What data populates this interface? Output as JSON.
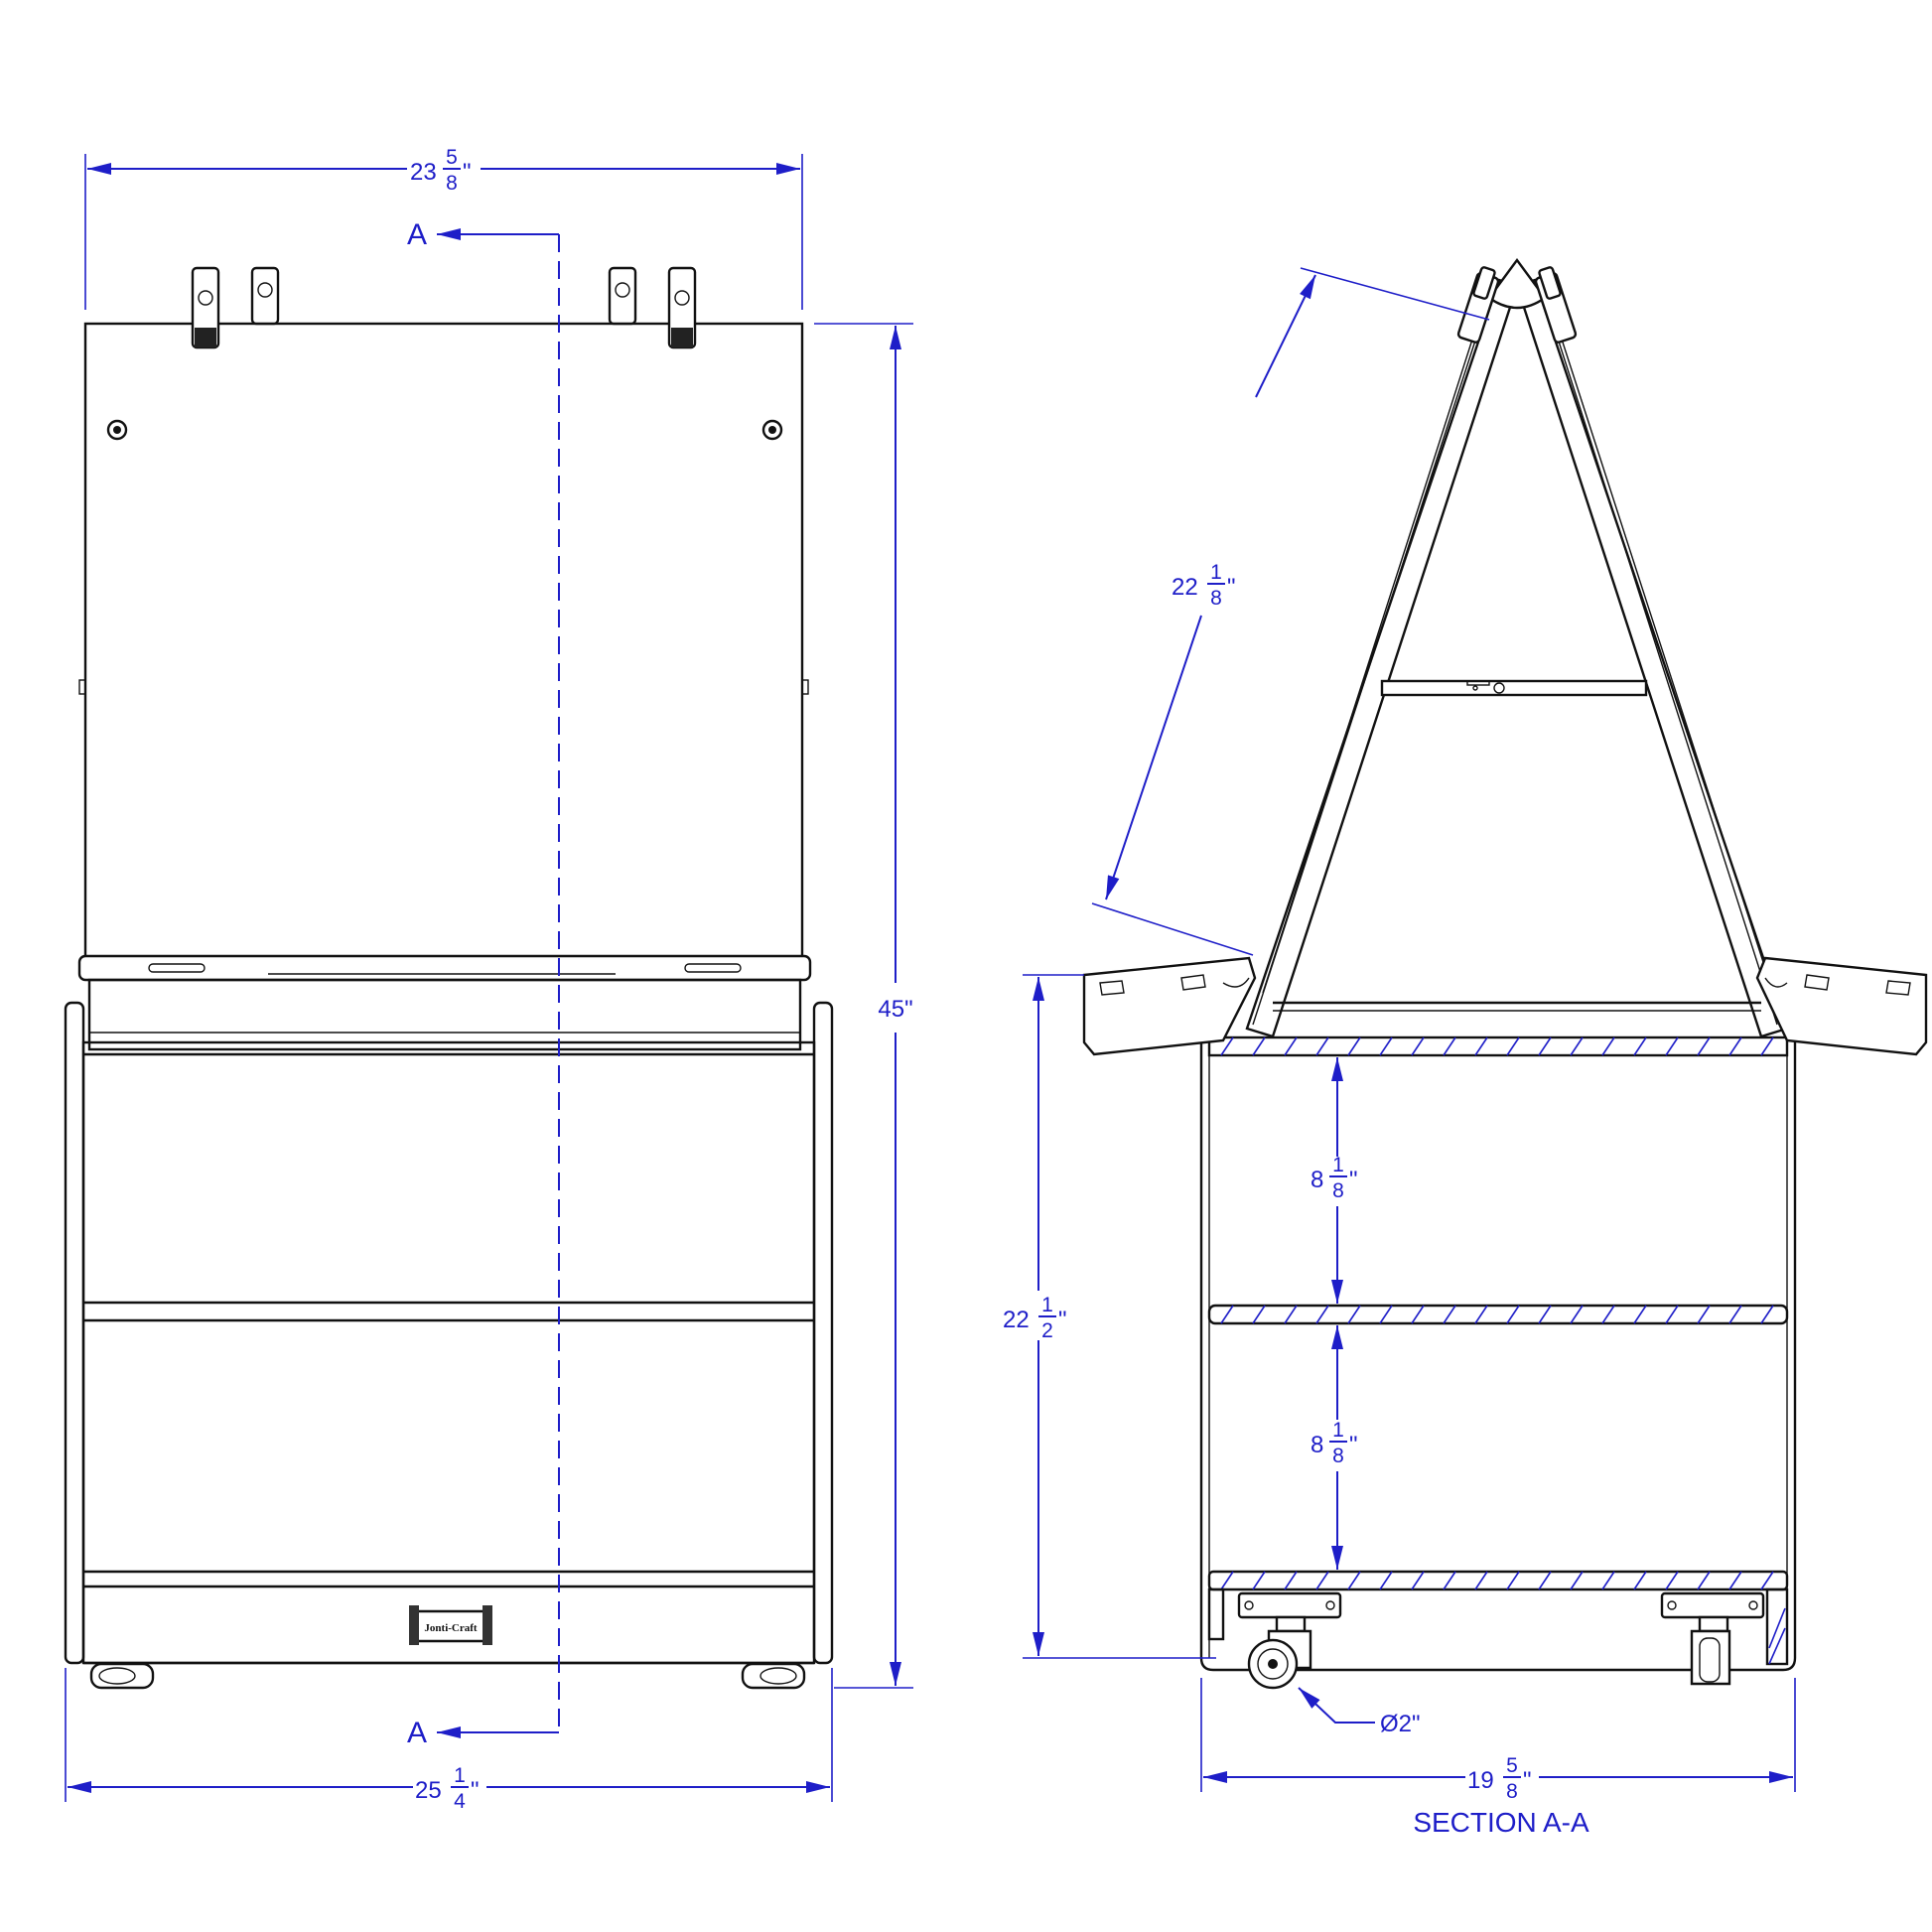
{
  "dimensions": {
    "top_width": {
      "whole": "23",
      "num": "5",
      "den": "8",
      "unit": "\""
    },
    "overall_height": {
      "text": "45\""
    },
    "base_width": {
      "whole": "25",
      "num": "1",
      "den": "4",
      "unit": "\""
    },
    "easel_length": {
      "whole": "22",
      "num": "1",
      "den": "8",
      "unit": "\""
    },
    "cabinet_height": {
      "whole": "22",
      "num": "1",
      "den": "2",
      "unit": "\""
    },
    "shelf_spacing_upper": {
      "whole": "8",
      "num": "1",
      "den": "8",
      "unit": "\""
    },
    "shelf_spacing_lower": {
      "whole": "8",
      "num": "1",
      "den": "8",
      "unit": "\""
    },
    "caster_diameter": {
      "text": "Ø2\""
    },
    "section_depth": {
      "whole": "19",
      "num": "5",
      "den": "8",
      "unit": "\""
    }
  },
  "section_markers": {
    "top": "A",
    "bottom": "A"
  },
  "section_title": "SECTION A-A",
  "logo_text": "Jonti-Craft",
  "colors": {
    "dimension": "#1e1ec8",
    "outline": "#111111",
    "background": "#ffffff"
  }
}
